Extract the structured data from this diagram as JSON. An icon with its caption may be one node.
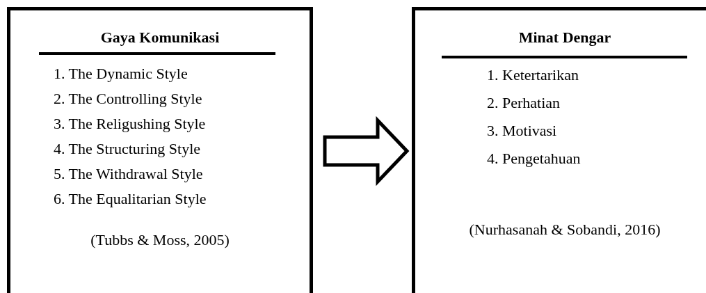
{
  "diagram": {
    "nodes": [
      {
        "text": [
          "Gaya Komunikasi",
          "1. The Dynamic Style",
          "2. The Controlling Style",
          "3. The Religushing Style",
          "4. The Structuring Style",
          "5. The Withdrawal Style",
          "6. The Equalitarian Style",
          "(Tubbs & Moss, 2005)"
        ]
      },
      {
        "text": [
          "Minat Dengar",
          "1. Ketertarikan",
          "2. Perhatian",
          "3. Motivasi",
          "4. Pengetahuan",
          "(Nurhasanah & Sobandi, 2016)"
        ]
      }
    ],
    "edges": [
      {
        "from": 0,
        "to": 1,
        "arrow": "to"
      }
    ]
  }
}
